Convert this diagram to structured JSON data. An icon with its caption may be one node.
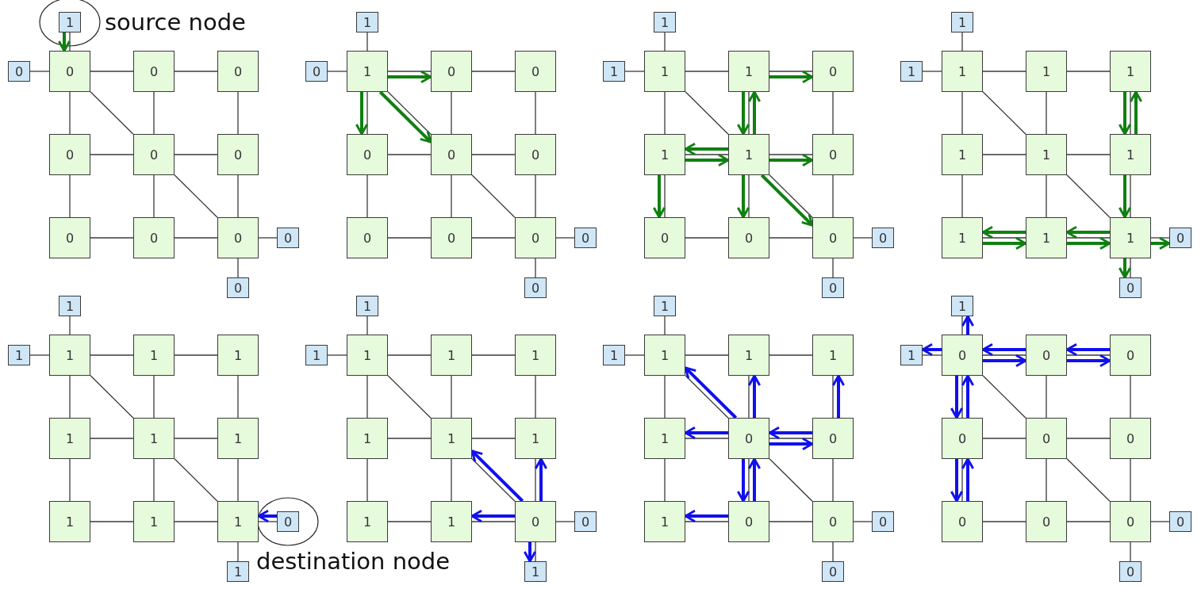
{
  "diagram": {
    "nodes": [
      {
        "text": [
          "1"
        ],
        "beside": [
          "source node"
        ]
      },
      {
        "text": [
          "0"
        ]
      },
      {
        "text": [
          "0"
        ]
      },
      {
        "text": [
          "0"
        ]
      },
      {
        "text": [
          "0"
        ]
      },
      {
        "text": [
          "0"
        ]
      },
      {
        "text": [
          "0"
        ]
      },
      {
        "text": [
          "0"
        ]
      },
      {
        "text": [
          "0"
        ]
      },
      {
        "text": [
          "0"
        ]
      },
      {
        "text": [
          "0"
        ]
      },
      {
        "text": [
          "0"
        ]
      },
      {
        "text": [
          "0"
        ]
      },
      {
        "text": [
          "1"
        ]
      },
      {
        "text": [
          "0"
        ]
      },
      {
        "text": [
          "1"
        ]
      },
      {
        "text": [
          "0"
        ]
      },
      {
        "text": [
          "0"
        ]
      },
      {
        "text": [
          "0"
        ]
      },
      {
        "text": [
          "0"
        ]
      },
      {
        "text": [
          "0"
        ]
      },
      {
        "text": [
          "0"
        ]
      },
      {
        "text": [
          "0"
        ]
      },
      {
        "text": [
          "0"
        ]
      },
      {
        "text": [
          "0"
        ]
      },
      {
        "text": [
          "0"
        ]
      },
      {
        "text": [
          "1"
        ]
      },
      {
        "text": [
          "1"
        ]
      },
      {
        "text": [
          "1"
        ]
      },
      {
        "text": [
          "1"
        ]
      },
      {
        "text": [
          "0"
        ]
      },
      {
        "text": [
          "1"
        ]
      },
      {
        "text": [
          "1"
        ]
      },
      {
        "text": [
          "0"
        ]
      },
      {
        "text": [
          "0"
        ]
      },
      {
        "text": [
          "0"
        ]
      },
      {
        "text": [
          "0"
        ]
      },
      {
        "text": [
          "0"
        ]
      },
      {
        "text": [
          "0"
        ]
      },
      {
        "text": [
          "1"
        ]
      },
      {
        "text": [
          "1"
        ]
      },
      {
        "text": [
          "1"
        ]
      },
      {
        "text": [
          "1"
        ]
      },
      {
        "text": [
          "1"
        ]
      },
      {
        "text": [
          "1"
        ]
      },
      {
        "text": [
          "1"
        ]
      },
      {
        "text": [
          "1"
        ]
      },
      {
        "text": [
          "1"
        ]
      },
      {
        "text": [
          "1"
        ]
      },
      {
        "text": [
          "1"
        ]
      },
      {
        "text": [
          "0"
        ]
      },
      {
        "text": [
          "0"
        ]
      },
      {
        "text": [
          "1"
        ]
      },
      {
        "text": [
          "1"
        ]
      },
      {
        "text": [
          "1"
        ]
      },
      {
        "text": [
          "1"
        ]
      },
      {
        "text": [
          "1"
        ]
      },
      {
        "text": [
          "1"
        ]
      },
      {
        "text": [
          "1"
        ]
      },
      {
        "text": [
          "1"
        ]
      },
      {
        "text": [
          "1"
        ]
      },
      {
        "text": [
          "1"
        ]
      },
      {
        "text": [
          "1"
        ]
      },
      {
        "text": [
          "0"
        ],
        "beside": [
          "destination node"
        ]
      },
      {
        "text": [
          "1"
        ]
      },
      {
        "text": [
          "1"
        ]
      },
      {
        "text": [
          "1"
        ]
      },
      {
        "text": [
          "1"
        ]
      },
      {
        "text": [
          "1"
        ]
      },
      {
        "text": [
          "1"
        ]
      },
      {
        "text": [
          "1"
        ]
      },
      {
        "text": [
          "1"
        ]
      },
      {
        "text": [
          "1"
        ]
      },
      {
        "text": [
          "1"
        ]
      },
      {
        "text": [
          "1"
        ]
      },
      {
        "text": [
          "0"
        ]
      },
      {
        "text": [
          "0"
        ]
      },
      {
        "text": [
          "1"
        ]
      },
      {
        "text": [
          "1"
        ]
      },
      {
        "text": [
          "1"
        ]
      },
      {
        "text": [
          "1"
        ]
      },
      {
        "text": [
          "1"
        ]
      },
      {
        "text": [
          "1"
        ]
      },
      {
        "text": [
          "1"
        ]
      },
      {
        "text": [
          "0"
        ]
      },
      {
        "text": [
          "0"
        ]
      },
      {
        "text": [
          "1"
        ]
      },
      {
        "text": [
          "0"
        ]
      },
      {
        "text": [
          "0"
        ]
      },
      {
        "text": [
          "0"
        ]
      },
      {
        "text": [
          "0"
        ]
      },
      {
        "text": [
          "1"
        ]
      },
      {
        "text": [
          "1"
        ]
      },
      {
        "text": [
          "0"
        ]
      },
      {
        "text": [
          "0"
        ]
      },
      {
        "text": [
          "0"
        ]
      },
      {
        "text": [
          "0"
        ]
      },
      {
        "text": [
          "0"
        ]
      },
      {
        "text": [
          "0"
        ]
      },
      {
        "text": [
          "0"
        ]
      },
      {
        "text": [
          "0"
        ]
      },
      {
        "text": [
          "0"
        ]
      },
      {
        "text": [
          "0"
        ]
      },
      {
        "text": [
          "0"
        ]
      }
    ],
    "edges": [
      {
        "from": 0,
        "to": 2,
        "arrow": "none"
      },
      {
        "from": 1,
        "to": 2,
        "arrow": "none"
      },
      {
        "from": 2,
        "to": 3,
        "arrow": "none"
      },
      {
        "from": 3,
        "to": 4,
        "arrow": "none"
      },
      {
        "from": 5,
        "to": 6,
        "arrow": "none"
      },
      {
        "from": 6,
        "to": 7,
        "arrow": "none"
      },
      {
        "from": 8,
        "to": 9,
        "arrow": "none"
      },
      {
        "from": 9,
        "to": 10,
        "arrow": "none"
      },
      {
        "from": 2,
        "to": 5,
        "arrow": "none"
      },
      {
        "from": 5,
        "to": 8,
        "arrow": "none"
      },
      {
        "from": 3,
        "to": 6,
        "arrow": "none"
      },
      {
        "from": 6,
        "to": 9,
        "arrow": "none"
      },
      {
        "from": 4,
        "to": 7,
        "arrow": "none"
      },
      {
        "from": 7,
        "to": 10,
        "arrow": "none"
      },
      {
        "from": 2,
        "to": 6,
        "arrow": "none"
      },
      {
        "from": 6,
        "to": 10,
        "arrow": "none"
      },
      {
        "from": 10,
        "to": 11,
        "arrow": "none"
      },
      {
        "from": 10,
        "to": 12,
        "arrow": "none"
      },
      {
        "from": 0,
        "to": 2,
        "arrow": "to",
        "style": "thick",
        "color": "#108010"
      },
      {
        "from": 13,
        "to": 15,
        "arrow": "none"
      },
      {
        "from": 14,
        "to": 15,
        "arrow": "none"
      },
      {
        "from": 15,
        "to": 16,
        "arrow": "none"
      },
      {
        "from": 16,
        "to": 17,
        "arrow": "none"
      },
      {
        "from": 18,
        "to": 19,
        "arrow": "none"
      },
      {
        "from": 19,
        "to": 20,
        "arrow": "none"
      },
      {
        "from": 21,
        "to": 22,
        "arrow": "none"
      },
      {
        "from": 22,
        "to": 23,
        "arrow": "none"
      },
      {
        "from": 15,
        "to": 18,
        "arrow": "none"
      },
      {
        "from": 18,
        "to": 21,
        "arrow": "none"
      },
      {
        "from": 16,
        "to": 19,
        "arrow": "none"
      },
      {
        "from": 19,
        "to": 22,
        "arrow": "none"
      },
      {
        "from": 17,
        "to": 20,
        "arrow": "none"
      },
      {
        "from": 20,
        "to": 23,
        "arrow": "none"
      },
      {
        "from": 15,
        "to": 19,
        "arrow": "none"
      },
      {
        "from": 19,
        "to": 23,
        "arrow": "none"
      },
      {
        "from": 23,
        "to": 24,
        "arrow": "none"
      },
      {
        "from": 23,
        "to": 25,
        "arrow": "none"
      },
      {
        "from": 15,
        "to": 16,
        "arrow": "to",
        "style": "thick",
        "color": "#108010"
      },
      {
        "from": 15,
        "to": 18,
        "arrow": "to",
        "style": "thick",
        "color": "#108010"
      },
      {
        "from": 15,
        "to": 19,
        "arrow": "to",
        "style": "thick",
        "color": "#108010"
      },
      {
        "from": 26,
        "to": 28,
        "arrow": "none"
      },
      {
        "from": 27,
        "to": 28,
        "arrow": "none"
      },
      {
        "from": 28,
        "to": 29,
        "arrow": "none"
      },
      {
        "from": 29,
        "to": 30,
        "arrow": "none"
      },
      {
        "from": 31,
        "to": 32,
        "arrow": "none"
      },
      {
        "from": 32,
        "to": 33,
        "arrow": "none"
      },
      {
        "from": 34,
        "to": 35,
        "arrow": "none"
      },
      {
        "from": 35,
        "to": 36,
        "arrow": "none"
      },
      {
        "from": 28,
        "to": 31,
        "arrow": "none"
      },
      {
        "from": 31,
        "to": 34,
        "arrow": "none"
      },
      {
        "from": 29,
        "to": 32,
        "arrow": "none"
      },
      {
        "from": 32,
        "to": 35,
        "arrow": "none"
      },
      {
        "from": 30,
        "to": 33,
        "arrow": "none"
      },
      {
        "from": 33,
        "to": 36,
        "arrow": "none"
      },
      {
        "from": 28,
        "to": 32,
        "arrow": "none"
      },
      {
        "from": 32,
        "to": 36,
        "arrow": "none"
      },
      {
        "from": 36,
        "to": 37,
        "arrow": "none"
      },
      {
        "from": 36,
        "to": 38,
        "arrow": "none"
      },
      {
        "from": 29,
        "to": 30,
        "arrow": "to",
        "style": "thick",
        "color": "#108010"
      },
      {
        "from": 29,
        "to": 32,
        "arrow": "to",
        "style": "thick",
        "color": "#108010"
      },
      {
        "from": 32,
        "to": 29,
        "arrow": "to",
        "style": "thick",
        "color": "#108010"
      },
      {
        "from": 32,
        "to": 31,
        "arrow": "to",
        "style": "thick",
        "color": "#108010"
      },
      {
        "from": 31,
        "to": 32,
        "arrow": "to",
        "style": "thick",
        "color": "#108010"
      },
      {
        "from": 32,
        "to": 33,
        "arrow": "to",
        "style": "thick",
        "color": "#108010"
      },
      {
        "from": 31,
        "to": 34,
        "arrow": "to",
        "style": "thick",
        "color": "#108010"
      },
      {
        "from": 32,
        "to": 35,
        "arrow": "to",
        "style": "thick",
        "color": "#108010"
      },
      {
        "from": 32,
        "to": 36,
        "arrow": "to",
        "style": "thick",
        "color": "#108010"
      },
      {
        "from": 39,
        "to": 41,
        "arrow": "none"
      },
      {
        "from": 40,
        "to": 41,
        "arrow": "none"
      },
      {
        "from": 41,
        "to": 42,
        "arrow": "none"
      },
      {
        "from": 42,
        "to": 43,
        "arrow": "none"
      },
      {
        "from": 44,
        "to": 45,
        "arrow": "none"
      },
      {
        "from": 45,
        "to": 46,
        "arrow": "none"
      },
      {
        "from": 47,
        "to": 48,
        "arrow": "none"
      },
      {
        "from": 48,
        "to": 49,
        "arrow": "none"
      },
      {
        "from": 41,
        "to": 44,
        "arrow": "none"
      },
      {
        "from": 44,
        "to": 47,
        "arrow": "none"
      },
      {
        "from": 42,
        "to": 45,
        "arrow": "none"
      },
      {
        "from": 45,
        "to": 48,
        "arrow": "none"
      },
      {
        "from": 43,
        "to": 46,
        "arrow": "none"
      },
      {
        "from": 46,
        "to": 49,
        "arrow": "none"
      },
      {
        "from": 41,
        "to": 45,
        "arrow": "none"
      },
      {
        "from": 45,
        "to": 49,
        "arrow": "none"
      },
      {
        "from": 49,
        "to": 50,
        "arrow": "none"
      },
      {
        "from": 49,
        "to": 51,
        "arrow": "none"
      },
      {
        "from": 46,
        "to": 43,
        "arrow": "to",
        "style": "thick",
        "color": "#108010"
      },
      {
        "from": 43,
        "to": 46,
        "arrow": "to",
        "style": "thick",
        "color": "#108010"
      },
      {
        "from": 46,
        "to": 49,
        "arrow": "to",
        "style": "thick",
        "color": "#108010"
      },
      {
        "from": 48,
        "to": 47,
        "arrow": "to",
        "style": "thick",
        "color": "#108010"
      },
      {
        "from": 47,
        "to": 48,
        "arrow": "to",
        "style": "thick",
        "color": "#108010"
      },
      {
        "from": 49,
        "to": 48,
        "arrow": "to",
        "style": "thick",
        "color": "#108010"
      },
      {
        "from": 48,
        "to": 49,
        "arrow": "to",
        "style": "thick",
        "color": "#108010"
      },
      {
        "from": 49,
        "to": 50,
        "arrow": "to",
        "style": "thick",
        "color": "#108010"
      },
      {
        "from": 49,
        "to": 51,
        "arrow": "to",
        "style": "thick",
        "color": "#108010"
      },
      {
        "from": 52,
        "to": 54,
        "arrow": "none"
      },
      {
        "from": 53,
        "to": 54,
        "arrow": "none"
      },
      {
        "from": 54,
        "to": 55,
        "arrow": "none"
      },
      {
        "from": 55,
        "to": 56,
        "arrow": "none"
      },
      {
        "from": 57,
        "to": 58,
        "arrow": "none"
      },
      {
        "from": 58,
        "to": 59,
        "arrow": "none"
      },
      {
        "from": 60,
        "to": 61,
        "arrow": "none"
      },
      {
        "from": 61,
        "to": 62,
        "arrow": "none"
      },
      {
        "from": 54,
        "to": 57,
        "arrow": "none"
      },
      {
        "from": 57,
        "to": 60,
        "arrow": "none"
      },
      {
        "from": 55,
        "to": 58,
        "arrow": "none"
      },
      {
        "from": 58,
        "to": 61,
        "arrow": "none"
      },
      {
        "from": 56,
        "to": 59,
        "arrow": "none"
      },
      {
        "from": 59,
        "to": 62,
        "arrow": "none"
      },
      {
        "from": 54,
        "to": 58,
        "arrow": "none"
      },
      {
        "from": 58,
        "to": 62,
        "arrow": "none"
      },
      {
        "from": 62,
        "to": 63,
        "arrow": "none"
      },
      {
        "from": 62,
        "to": 64,
        "arrow": "none"
      },
      {
        "from": 63,
        "to": 62,
        "arrow": "to",
        "style": "thick",
        "color": "#1010f0"
      },
      {
        "from": 65,
        "to": 67,
        "arrow": "none"
      },
      {
        "from": 66,
        "to": 67,
        "arrow": "none"
      },
      {
        "from": 67,
        "to": 68,
        "arrow": "none"
      },
      {
        "from": 68,
        "to": 69,
        "arrow": "none"
      },
      {
        "from": 70,
        "to": 71,
        "arrow": "none"
      },
      {
        "from": 71,
        "to": 72,
        "arrow": "none"
      },
      {
        "from": 73,
        "to": 74,
        "arrow": "none"
      },
      {
        "from": 74,
        "to": 75,
        "arrow": "none"
      },
      {
        "from": 67,
        "to": 70,
        "arrow": "none"
      },
      {
        "from": 70,
        "to": 73,
        "arrow": "none"
      },
      {
        "from": 68,
        "to": 71,
        "arrow": "none"
      },
      {
        "from": 71,
        "to": 74,
        "arrow": "none"
      },
      {
        "from": 69,
        "to": 72,
        "arrow": "none"
      },
      {
        "from": 72,
        "to": 75,
        "arrow": "none"
      },
      {
        "from": 67,
        "to": 71,
        "arrow": "none"
      },
      {
        "from": 71,
        "to": 75,
        "arrow": "none"
      },
      {
        "from": 75,
        "to": 76,
        "arrow": "none"
      },
      {
        "from": 75,
        "to": 77,
        "arrow": "none"
      },
      {
        "from": 75,
        "to": 71,
        "arrow": "to",
        "style": "thick",
        "color": "#1010f0"
      },
      {
        "from": 75,
        "to": 72,
        "arrow": "to",
        "style": "thick",
        "color": "#1010f0"
      },
      {
        "from": 75,
        "to": 74,
        "arrow": "to",
        "style": "thick",
        "color": "#1010f0"
      },
      {
        "from": 75,
        "to": 77,
        "arrow": "to",
        "style": "thick",
        "color": "#1010f0"
      },
      {
        "from": 78,
        "to": 80,
        "arrow": "none"
      },
      {
        "from": 79,
        "to": 80,
        "arrow": "none"
      },
      {
        "from": 80,
        "to": 81,
        "arrow": "none"
      },
      {
        "from": 81,
        "to": 82,
        "arrow": "none"
      },
      {
        "from": 83,
        "to": 84,
        "arrow": "none"
      },
      {
        "from": 84,
        "to": 85,
        "arrow": "none"
      },
      {
        "from": 86,
        "to": 87,
        "arrow": "none"
      },
      {
        "from": 87,
        "to": 88,
        "arrow": "none"
      },
      {
        "from": 80,
        "to": 83,
        "arrow": "none"
      },
      {
        "from": 83,
        "to": 86,
        "arrow": "none"
      },
      {
        "from": 81,
        "to": 84,
        "arrow": "none"
      },
      {
        "from": 84,
        "to": 87,
        "arrow": "none"
      },
      {
        "from": 82,
        "to": 85,
        "arrow": "none"
      },
      {
        "from": 85,
        "to": 88,
        "arrow": "none"
      },
      {
        "from": 80,
        "to": 84,
        "arrow": "none"
      },
      {
        "from": 84,
        "to": 88,
        "arrow": "none"
      },
      {
        "from": 88,
        "to": 89,
        "arrow": "none"
      },
      {
        "from": 88,
        "to": 90,
        "arrow": "none"
      },
      {
        "from": 84,
        "to": 80,
        "arrow": "to",
        "style": "thick",
        "color": "#1010f0"
      },
      {
        "from": 84,
        "to": 81,
        "arrow": "to",
        "style": "thick",
        "color": "#1010f0"
      },
      {
        "from": 85,
        "to": 82,
        "arrow": "to",
        "style": "thick",
        "color": "#1010f0"
      },
      {
        "from": 85,
        "to": 84,
        "arrow": "to",
        "style": "thick",
        "color": "#1010f0"
      },
      {
        "from": 84,
        "to": 85,
        "arrow": "to",
        "style": "thick",
        "color": "#1010f0"
      },
      {
        "from": 84,
        "to": 83,
        "arrow": "to",
        "style": "thick",
        "color": "#1010f0"
      },
      {
        "from": 87,
        "to": 84,
        "arrow": "to",
        "style": "thick",
        "color": "#1010f0"
      },
      {
        "from": 84,
        "to": 87,
        "arrow": "to",
        "style": "thick",
        "color": "#1010f0"
      },
      {
        "from": 87,
        "to": 86,
        "arrow": "to",
        "style": "thick",
        "color": "#1010f0"
      },
      {
        "from": 91,
        "to": 93,
        "arrow": "none"
      },
      {
        "from": 92,
        "to": 93,
        "arrow": "none"
      },
      {
        "from": 93,
        "to": 94,
        "arrow": "none"
      },
      {
        "from": 94,
        "to": 95,
        "arrow": "none"
      },
      {
        "from": 96,
        "to": 97,
        "arrow": "none"
      },
      {
        "from": 97,
        "to": 98,
        "arrow": "none"
      },
      {
        "from": 99,
        "to": 100,
        "arrow": "none"
      },
      {
        "from": 100,
        "to": 101,
        "arrow": "none"
      },
      {
        "from": 93,
        "to": 96,
        "arrow": "none"
      },
      {
        "from": 96,
        "to": 99,
        "arrow": "none"
      },
      {
        "from": 94,
        "to": 97,
        "arrow": "none"
      },
      {
        "from": 97,
        "to": 100,
        "arrow": "none"
      },
      {
        "from": 95,
        "to": 98,
        "arrow": "none"
      },
      {
        "from": 98,
        "to": 101,
        "arrow": "none"
      },
      {
        "from": 93,
        "to": 97,
        "arrow": "none"
      },
      {
        "from": 97,
        "to": 101,
        "arrow": "none"
      },
      {
        "from": 101,
        "to": 102,
        "arrow": "none"
      },
      {
        "from": 101,
        "to": 103,
        "arrow": "none"
      },
      {
        "from": 93,
        "to": 91,
        "arrow": "to",
        "style": "thick",
        "color": "#1010f0"
      },
      {
        "from": 93,
        "to": 92,
        "arrow": "to",
        "style": "thick",
        "color": "#1010f0"
      },
      {
        "from": 94,
        "to": 93,
        "arrow": "to",
        "style": "thick",
        "color": "#1010f0"
      },
      {
        "from": 93,
        "to": 94,
        "arrow": "to",
        "style": "thick",
        "color": "#1010f0"
      },
      {
        "from": 95,
        "to": 94,
        "arrow": "to",
        "style": "thick",
        "color": "#1010f0"
      },
      {
        "from": 94,
        "to": 95,
        "arrow": "to",
        "style": "thick",
        "color": "#1010f0"
      },
      {
        "from": 96,
        "to": 93,
        "arrow": "to",
        "style": "thick",
        "color": "#1010f0"
      },
      {
        "from": 93,
        "to": 96,
        "arrow": "to",
        "style": "thick",
        "color": "#1010f0"
      },
      {
        "from": 99,
        "to": 96,
        "arrow": "to",
        "style": "thick",
        "color": "#1010f0"
      },
      {
        "from": 96,
        "to": 99,
        "arrow": "to",
        "style": "thick",
        "color": "#1010f0"
      }
    ]
  }
}
